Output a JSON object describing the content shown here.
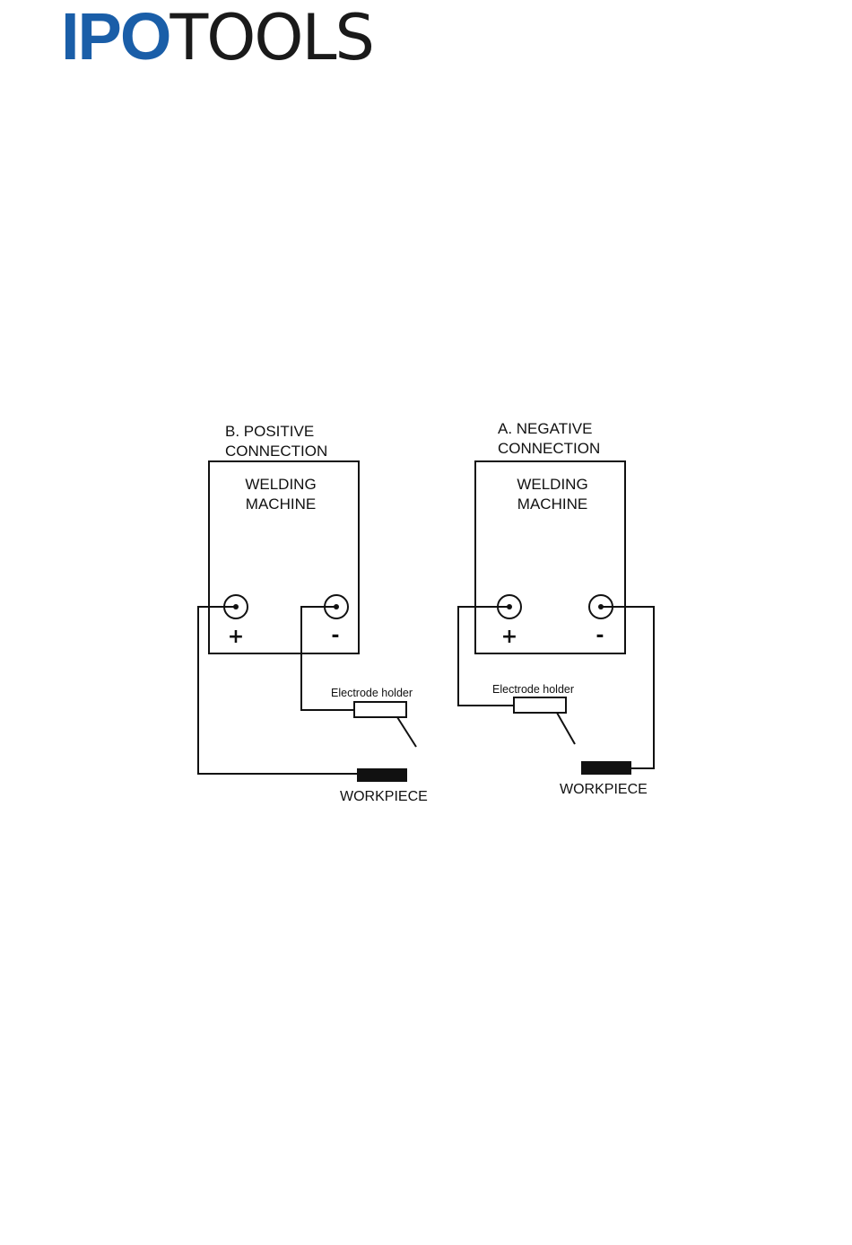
{
  "logo": {
    "bold": "IPO",
    "light": "TOOLS",
    "brand_color": "#1a5ea8"
  },
  "diagram": {
    "positive": {
      "title_line1": "B. POSITIVE",
      "title_line2": "CONNECTION",
      "machine_line1": "WELDING",
      "machine_line2": "MACHINE",
      "plus": "+",
      "minus": "-",
      "electrode_holder": "Electrode holder",
      "workpiece": "WORKPIECE"
    },
    "negative": {
      "title_line1": "A. NEGATIVE",
      "title_line2": "CONNECTION",
      "machine_line1": "WELDING",
      "machine_line2": "MACHINE",
      "plus": "+",
      "minus": "-",
      "electrode_holder": "Electrode holder",
      "workpiece": "WORKPIECE"
    }
  }
}
